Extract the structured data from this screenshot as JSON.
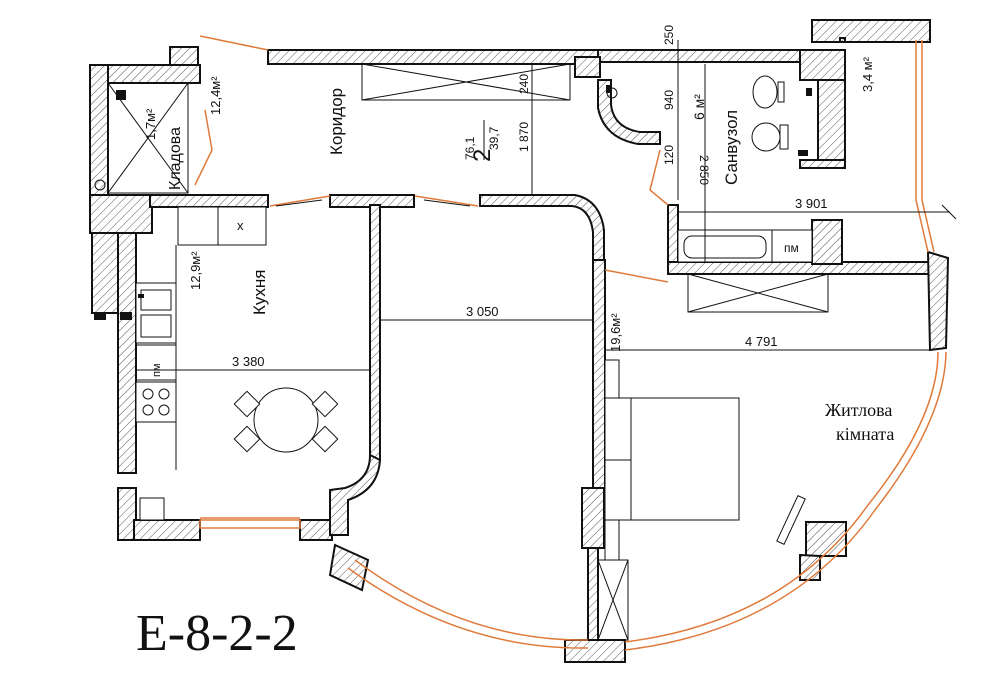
{
  "plan_code": "E-8-2-2",
  "rooms": {
    "storage": {
      "name": "Кладова",
      "area": "1,7м²"
    },
    "hall_area": "12,4м²",
    "corridor": {
      "name": "Коридор"
    },
    "kitchen": {
      "name": "Кухня",
      "area": "12,9м²"
    },
    "bathroom": {
      "name": "Санвузол",
      "area": "6 м²"
    },
    "wc_area": "3,4 м²",
    "living": {
      "name_line1": "Житлова",
      "name_line2": "кімната",
      "area": "19,6м²"
    }
  },
  "totals": {
    "rooms_count": "2",
    "total_area": "76,1",
    "living_area": "39,7"
  },
  "dimensions": {
    "d250": "250",
    "d240": "240",
    "d940": "940",
    "d1870": "1 870",
    "d120": "120",
    "d2850": "2 850",
    "d3901": "3 901",
    "d3050": "3 050",
    "d3380": "3 380",
    "d4791": "4 791"
  },
  "fixtures": {
    "pm": "пм",
    "x": "x"
  }
}
